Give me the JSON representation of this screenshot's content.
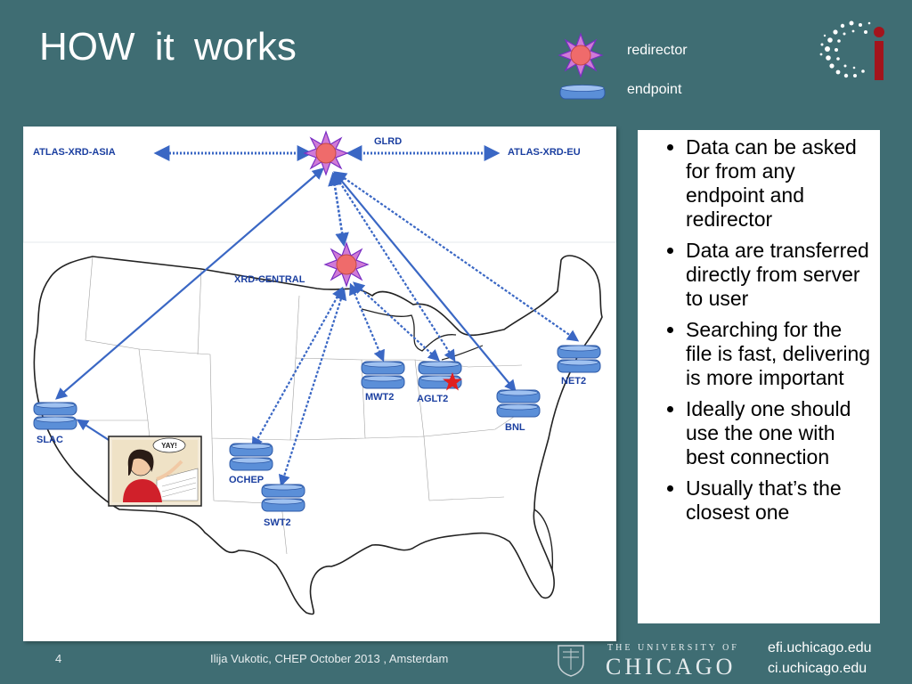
{
  "title": "HOW  it  works",
  "legend": {
    "redirector_label": "redirector",
    "endpoint_label": "endpoint",
    "redirector_icon": "sun-burst-icon",
    "endpoint_icon": "disk-cylinder-icon"
  },
  "diagram": {
    "redirectors": {
      "top": "GLRD",
      "central": "XRD-CENTRAL",
      "asia": "ATLAS-XRD-ASIA",
      "eu": "ATLAS-XRD-EU"
    },
    "endpoints": {
      "slac": "SLAC",
      "ochep": "OCHEP",
      "swt2": "SWT2",
      "mwt2": "MWT2",
      "aglt2": "AGLT2",
      "bnl": "BNL",
      "net2": "NET2"
    },
    "comic_bubble": "YAY!"
  },
  "bullets": [
    "Data can be asked for from any endpoint and redirector",
    "Data are transferred directly from server to user",
    "Searching for the file is fast, delivering is more important",
    "Ideally one should use the one with best connection",
    "Usually that’s the closest one"
  ],
  "footer": {
    "page_number": "4",
    "credit": "Ilija Vukotic, CHEP October 2013 , Amsterdam",
    "university_top": "THE UNIVERSITY OF",
    "university_name": "CHICAGO",
    "url1": "efi.uchicago.edu",
    "url2": "ci.uchicago.edu"
  },
  "colors": {
    "background": "#3f6d73",
    "arrow": "#3a67c4",
    "endpoint": "#5b8fd8",
    "redirector_fill": "#ef6b6b",
    "redirector_rays": "#8a3fd0",
    "label": "#1b3fa0",
    "star": "#e02020",
    "ci_logo": "#a3141c"
  }
}
